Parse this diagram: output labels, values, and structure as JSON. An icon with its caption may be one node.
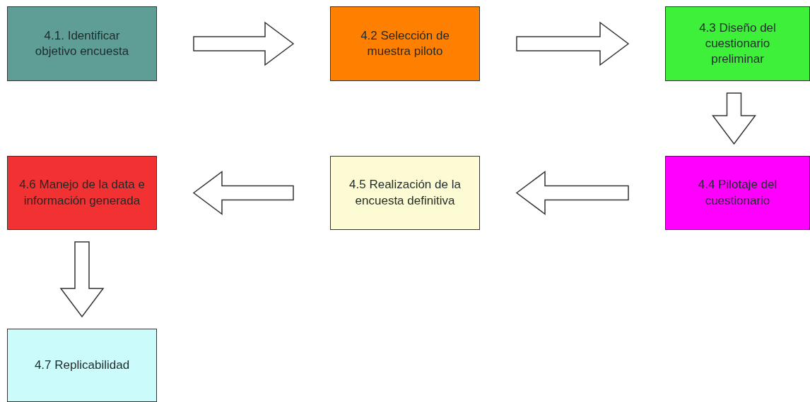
{
  "diagram": {
    "nodes": [
      {
        "text": [
          "4.1. Identificar objetivo encuesta"
        ]
      },
      {
        "text": [
          "4.2 Selección de muestra piloto"
        ]
      },
      {
        "text": [
          "4.3 Diseño del cuestionario preliminar"
        ]
      },
      {
        "text": [
          "4.4 Pilotaje del cuestionario"
        ]
      },
      {
        "text": [
          "4.5 Realización de la encuesta definitiva"
        ]
      },
      {
        "text": [
          "4.6 Manejo de la data e información generada"
        ]
      },
      {
        "text": [
          "4.7 Replicabilidad"
        ]
      }
    ],
    "edges": [
      {
        "from": 0,
        "to": 1,
        "arrow": "to"
      },
      {
        "from": 1,
        "to": 2,
        "arrow": "to"
      },
      {
        "from": 2,
        "to": 3,
        "arrow": "to"
      },
      {
        "from": 3,
        "to": 4,
        "arrow": "to"
      },
      {
        "from": 4,
        "to": 5,
        "arrow": "to"
      },
      {
        "from": 5,
        "to": 6,
        "arrow": "to"
      }
    ]
  }
}
